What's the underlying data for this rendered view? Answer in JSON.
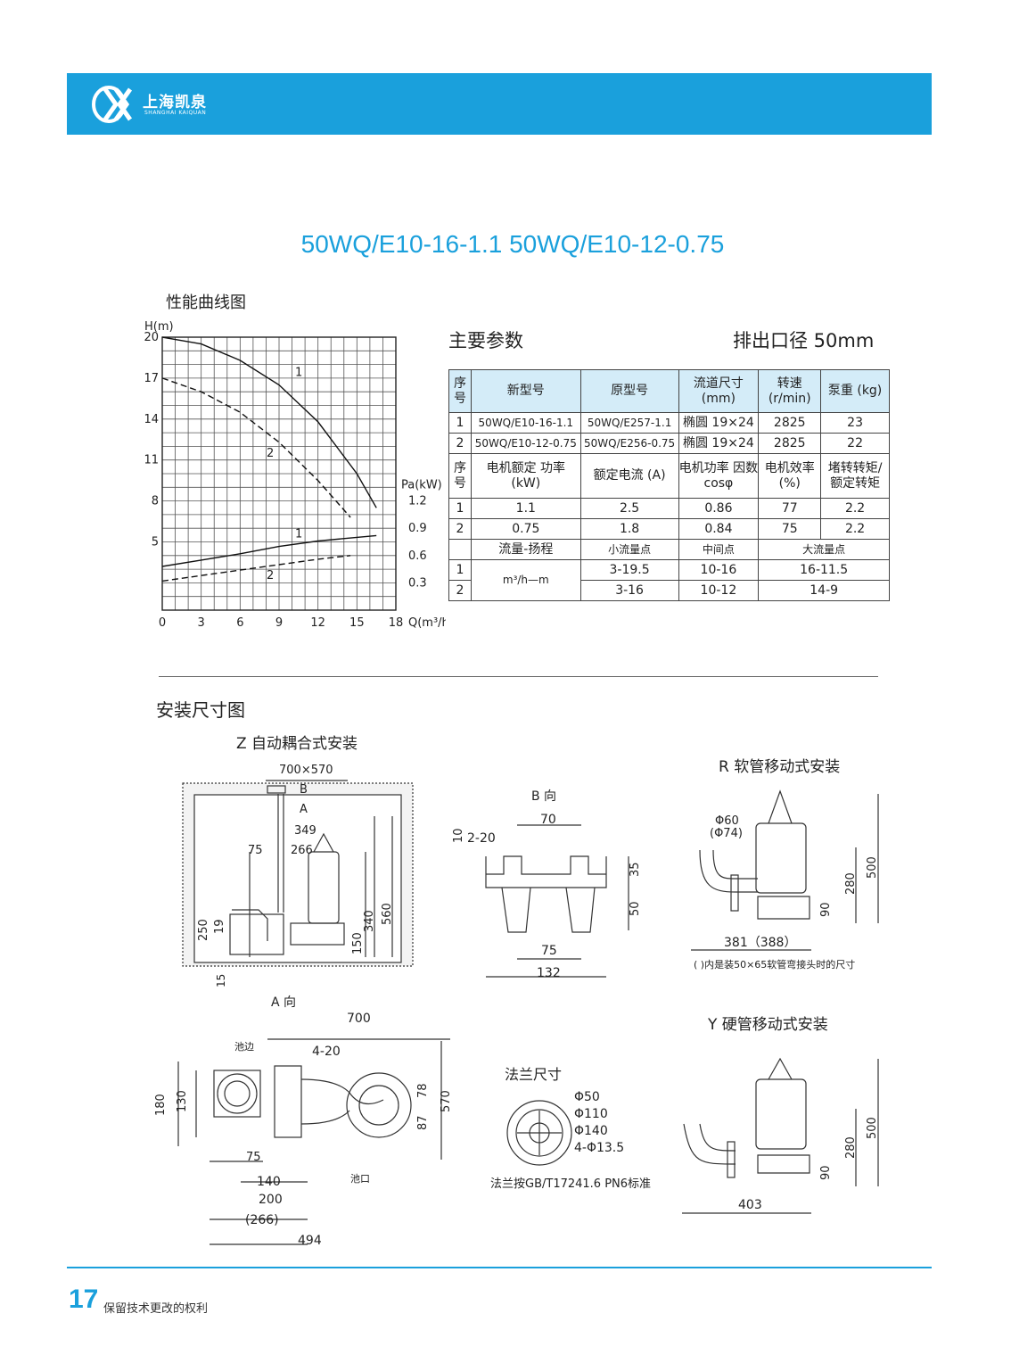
{
  "header": {
    "brand_cn": "上海凯泉",
    "brand_en": "SHANGHAI KAIQUAN",
    "accent": "#1aa0dc"
  },
  "model_title": "50WQ/E10-16-1.1  50WQ/E10-12-0.75",
  "perf_section_title": "性能曲线图",
  "params_title": "主要参数",
  "outlet": "排出口径  50mm",
  "chart_data": {
    "type": "line",
    "ylabel": "H(m)",
    "y2label": "Pa(kW)",
    "xlabel": "Q(m³/h)",
    "xlim": [
      0,
      18
    ],
    "ylim": [
      0,
      20
    ],
    "xticks": [
      "0",
      "3",
      "6",
      "9",
      "12",
      "15",
      "18"
    ],
    "yticks": [
      "20",
      "17",
      "14",
      "11",
      "8",
      "5"
    ],
    "y2ticks": [
      "1.2",
      "0.9",
      "0.6",
      "0.3"
    ],
    "grid": true,
    "series": [
      {
        "name": "1",
        "kind": "head",
        "x": [
          0,
          3,
          6,
          9,
          12,
          15,
          16.5
        ],
        "y": [
          20,
          19.5,
          18.3,
          16.5,
          13.8,
          10,
          7.5
        ]
      },
      {
        "name": "2",
        "kind": "head",
        "x": [
          0,
          3,
          6,
          9,
          12,
          14.5
        ],
        "y": [
          17,
          16,
          14.5,
          12.3,
          9.5,
          6.8
        ]
      },
      {
        "name": "1",
        "kind": "power",
        "x": [
          0,
          3,
          6,
          9,
          12,
          15,
          16.5
        ],
        "y": [
          0.48,
          0.55,
          0.62,
          0.7,
          0.76,
          0.8,
          0.82
        ]
      },
      {
        "name": "2",
        "kind": "power",
        "x": [
          0,
          3,
          6,
          9,
          12,
          14.5
        ],
        "y": [
          0.32,
          0.38,
          0.44,
          0.5,
          0.56,
          0.6
        ]
      }
    ]
  },
  "table": {
    "head1": [
      "序号",
      "新型号",
      "原型号",
      "流道尺寸 (mm)",
      "转速 (r/min)",
      "泵重 (kg)"
    ],
    "rows1": [
      [
        "1",
        "50WQ/E10-16-1.1",
        "50WQ/E257-1.1",
        "椭圆 19×24",
        "2825",
        "23"
      ],
      [
        "2",
        "50WQ/E10-12-0.75",
        "50WQ/E256-0.75",
        "椭圆 19×24",
        "2825",
        "22"
      ]
    ],
    "head2": [
      "序号",
      "电机额定 功率 (kW)",
      "额定电流 (A)",
      "电机功率 因数cosφ",
      "电机效率 (%)",
      "堵转转矩/ 额定转矩"
    ],
    "rows2": [
      [
        "1",
        "1.1",
        "2.5",
        "0.86",
        "77",
        "2.2"
      ],
      [
        "2",
        "0.75",
        "1.8",
        "0.84",
        "75",
        "2.2"
      ]
    ],
    "head3": [
      "流量-扬程",
      "小流量点",
      "中间点",
      "大流量点"
    ],
    "unit": "m³/h—m",
    "rows3": [
      [
        "1",
        "3-19.5",
        "10-16",
        "16-11.5"
      ],
      [
        "2",
        "3-16",
        "10-12",
        "14-9"
      ]
    ]
  },
  "install_section_title": "安装尺寸图",
  "drawings": {
    "z_title": "Z  自动耦合式安装",
    "b_view": "B 向",
    "a_view": "A 向",
    "r_title": "R  软管移动式安装",
    "y_title": "Y  硬管移动式安装",
    "flange_title": "法兰尺寸",
    "flange_note": "法兰按GB/T17241.6 PN6标准",
    "r_note": "(   )内是装50×65软管弯接头时的尺寸",
    "pool_edge": "池边",
    "pool_mouth": "池口",
    "dims_z": [
      "700×570",
      "B",
      "A",
      "349",
      "266",
      "75",
      "250",
      "19",
      "150",
      "340",
      "560",
      "15"
    ],
    "dims_b": [
      "70",
      "10",
      "2-20",
      "35",
      "50",
      "75",
      "132"
    ],
    "dims_r": [
      "Φ60",
      "(Φ74)",
      "500",
      "280",
      "90",
      "381（388）"
    ],
    "dims_a": [
      "700",
      "4-20",
      "180",
      "130",
      "78",
      "87",
      "570",
      "75",
      "140",
      "200",
      "(266)",
      "494"
    ],
    "dims_f": [
      "Φ50",
      "Φ110",
      "Φ140",
      "4-Φ13.5"
    ],
    "dims_y": [
      "500",
      "280",
      "90",
      "403"
    ]
  },
  "footer": {
    "page": "17",
    "note": "保留技术更改的权利"
  }
}
